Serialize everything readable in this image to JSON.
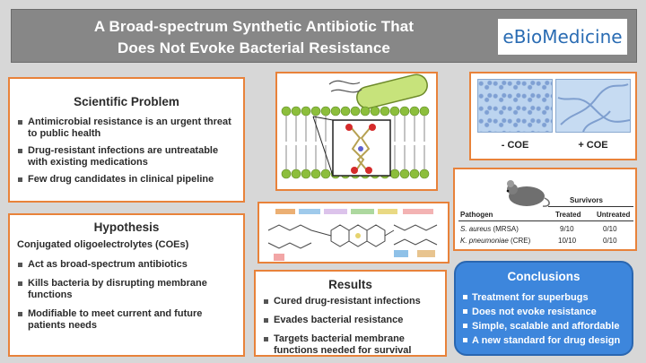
{
  "header": {
    "title_line1": "A Broad-spectrum Synthetic Antibiotic That",
    "title_line2": "Does Not Evoke Bacterial Resistance",
    "logo_text": "eBioMedicine"
  },
  "problem": {
    "heading": "Scientific Problem",
    "items": [
      "Antimicrobial resistance is an urgent threat to public health",
      "Drug-resistant infections are untreatable with existing medications",
      "Few drug candidates in clinical pipeline"
    ]
  },
  "hypothesis": {
    "heading": "Hypothesis",
    "intro": "Conjugated oligoelectrolytes (COEs)",
    "items": [
      "Act as broad-spectrum antibiotics",
      "Kills bacteria by disrupting membrane functions",
      "Modifiable to meet current and future patients needs"
    ]
  },
  "results": {
    "heading": "Results",
    "items": [
      "Cured drug-resistant infections",
      "Evades bacterial resistance",
      "Targets bacterial membrane functions needed for survival"
    ]
  },
  "conclusions": {
    "heading": "Conclusions",
    "items": [
      "Treatment for superbugs",
      "Does not evoke resistance",
      "Simple, scalable and affordable",
      "A new standard for drug design"
    ]
  },
  "micrographs": {
    "left_label": "- COE",
    "right_label": "+ COE"
  },
  "survivors_table": {
    "group_header": "Survivors",
    "columns": [
      "Pathogen",
      "Treated",
      "Untreated"
    ],
    "rows": [
      {
        "pathogen": "S. aureus",
        "strain": " (MRSA)",
        "treated": "9/10",
        "untreated": "0/10"
      },
      {
        "pathogen": "K. pneumoniae",
        "strain": " (CRE)",
        "treated": "10/10",
        "untreated": "0/10"
      }
    ]
  }
}
